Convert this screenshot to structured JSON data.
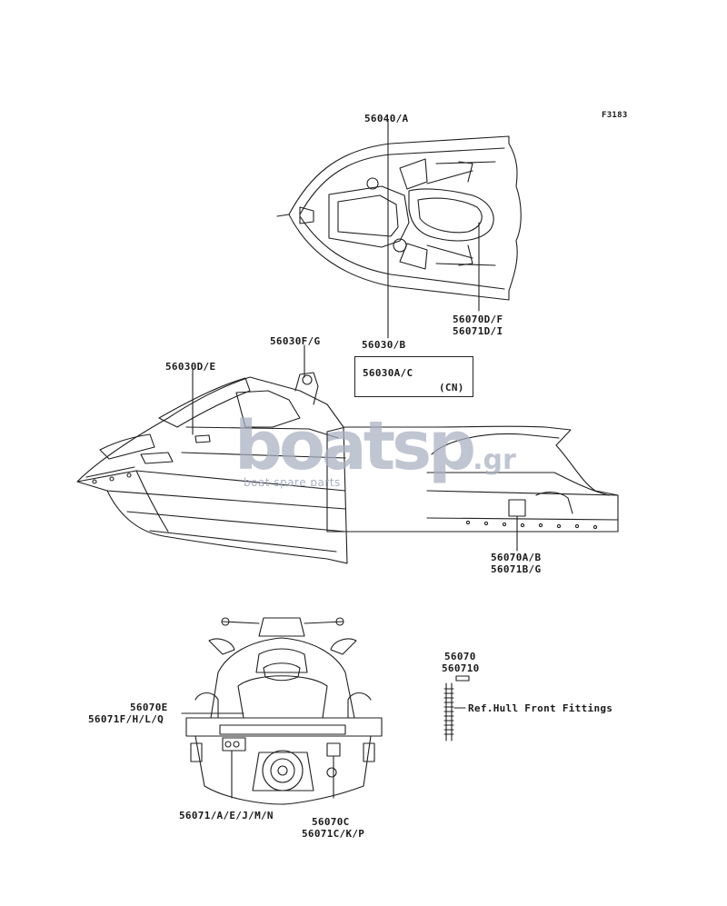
{
  "figure_code": "F3183",
  "labels": {
    "top_56040": "56040/A",
    "top_56030b": "56030/B",
    "top_56070df": "56070D/F",
    "top_56071di": "56071D/I",
    "box_56030ac": "56030A/C",
    "box_cn": "(CN)",
    "side_56030de": "56030D/E",
    "side_56030fg": "56030F/G",
    "side_56070ab": "56070A/B",
    "side_56071bg": "56071B/G",
    "rear_56070e": "56070E",
    "rear_56071fhlq": "56071F/H/L/Q",
    "rear_56071aejmn": "56071/A/E/J/M/N",
    "rear_56070c": "56070C",
    "rear_56071ckp": "56071C/K/P",
    "spring_56070": "56070",
    "spring_560710": "560710",
    "spring_ref": "Ref.Hull Front Fittings"
  },
  "watermark": {
    "logo_text": "boatsp",
    "logo_suffix": ".gr",
    "tagline": "boat spare parts"
  },
  "colors": {
    "line": "#1f1f1f",
    "watermark": "#9aa3b8"
  }
}
